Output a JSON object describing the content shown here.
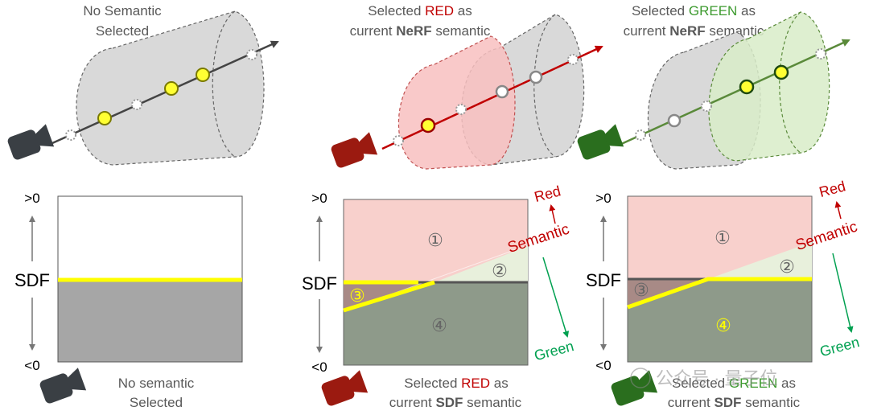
{
  "panels": [
    {
      "top_caption": [
        "No Semantic",
        "Selected"
      ],
      "bottom_caption": [
        "No semantic",
        "Selected"
      ]
    },
    {
      "top_caption": {
        "line1_pre": "Selected ",
        "line1_hl": "RED",
        "line1_post": " as",
        "line2_pre": "current ",
        "line2_b": "NeRF",
        "line2_post": " semantic"
      },
      "bottom_caption": {
        "line1_pre": "Selected ",
        "line1_hl": "RED",
        "line1_post": " as",
        "line2_pre": "current ",
        "line2_b": "SDF",
        "line2_post": " semantic"
      }
    },
    {
      "top_caption": {
        "line1_pre": "Selected ",
        "line1_hl": "GREEN",
        "line1_post": " as",
        "line2_pre": "current ",
        "line2_b": "NeRF",
        "line2_post": " semantic"
      },
      "bottom_caption": {
        "line1_pre": "Selected ",
        "line1_hl": "GREEN",
        "line1_post": " as",
        "line2_pre": "current ",
        "line2_b": "SDF",
        "line2_post": " semantic"
      }
    }
  ],
  "axis": {
    "top": ">0",
    "bottom": "<0",
    "label": "SDF"
  },
  "semantic": {
    "red": "Red",
    "label": "Semantic",
    "green": "Green"
  },
  "regions": {
    "r1": "①",
    "r2": "②",
    "r3": "③",
    "r4": "④"
  },
  "watermark": "公众号 · 量子位",
  "colors": {
    "red": "#c00000",
    "green": "#00a050",
    "highlight": "#ffff00",
    "camera_gray": "#3a3f44",
    "camera_red": "#9b1a10",
    "camera_green": "#2a6e1e"
  }
}
